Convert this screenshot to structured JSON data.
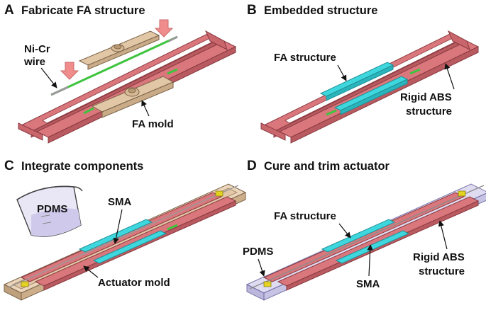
{
  "panels": {
    "a": {
      "letter": "A",
      "title": "Fabricate FA structure"
    },
    "b": {
      "letter": "B",
      "title": "Embedded structure"
    },
    "c": {
      "letter": "C",
      "title": "Integrate components"
    },
    "d": {
      "letter": "D",
      "title": "Cure and trim actuator"
    }
  },
  "callouts": {
    "ni_cr_line1": "Ni-Cr",
    "ni_cr_line2": "wire",
    "fa_mold": "FA mold",
    "fa_structure_b": "FA structure",
    "rigid_abs_b_line1": "Rigid ABS",
    "rigid_abs_b_line2": "structure",
    "pdms_c": "PDMS",
    "sma_c": "SMA",
    "actuator_mold": "Actuator mold",
    "fa_structure_d": "FA structure",
    "pdms_d": "PDMS",
    "sma_d": "SMA",
    "rigid_abs_d_line1": "Rigid ABS",
    "rigid_abs_d_line2": "structure"
  },
  "colors": {
    "abs_red": "#d9777c",
    "abs_edge": "#8a3a40",
    "fa_cyan": "#3fd7de",
    "mold_tan": "#e2c7a6",
    "wire_green": "#3ec43e",
    "pdms_lavender": "#c9c6ea",
    "sma_yellow": "#e4d321",
    "arrow_pink": "#f08c8c"
  }
}
